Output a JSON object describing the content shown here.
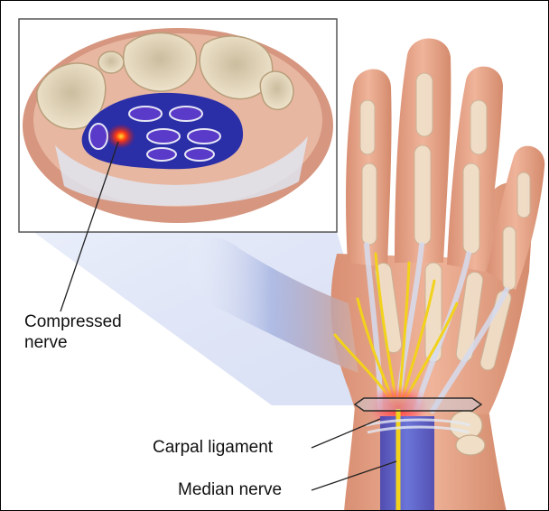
{
  "labels": {
    "compressed_line1": "Compressed",
    "compressed_line2": "nerve",
    "carpal_ligament": "Carpal ligament",
    "median_nerve": "Median nerve"
  },
  "colors": {
    "skin": "#e7a88e",
    "skin_dark": "#c98468",
    "bone": "#e9dcc3",
    "nerve": "#f2d21b",
    "inflammation": "#ff3b2f",
    "tendon_sheath": "#2a2fa8",
    "ligament": "#c9d3e6"
  }
}
